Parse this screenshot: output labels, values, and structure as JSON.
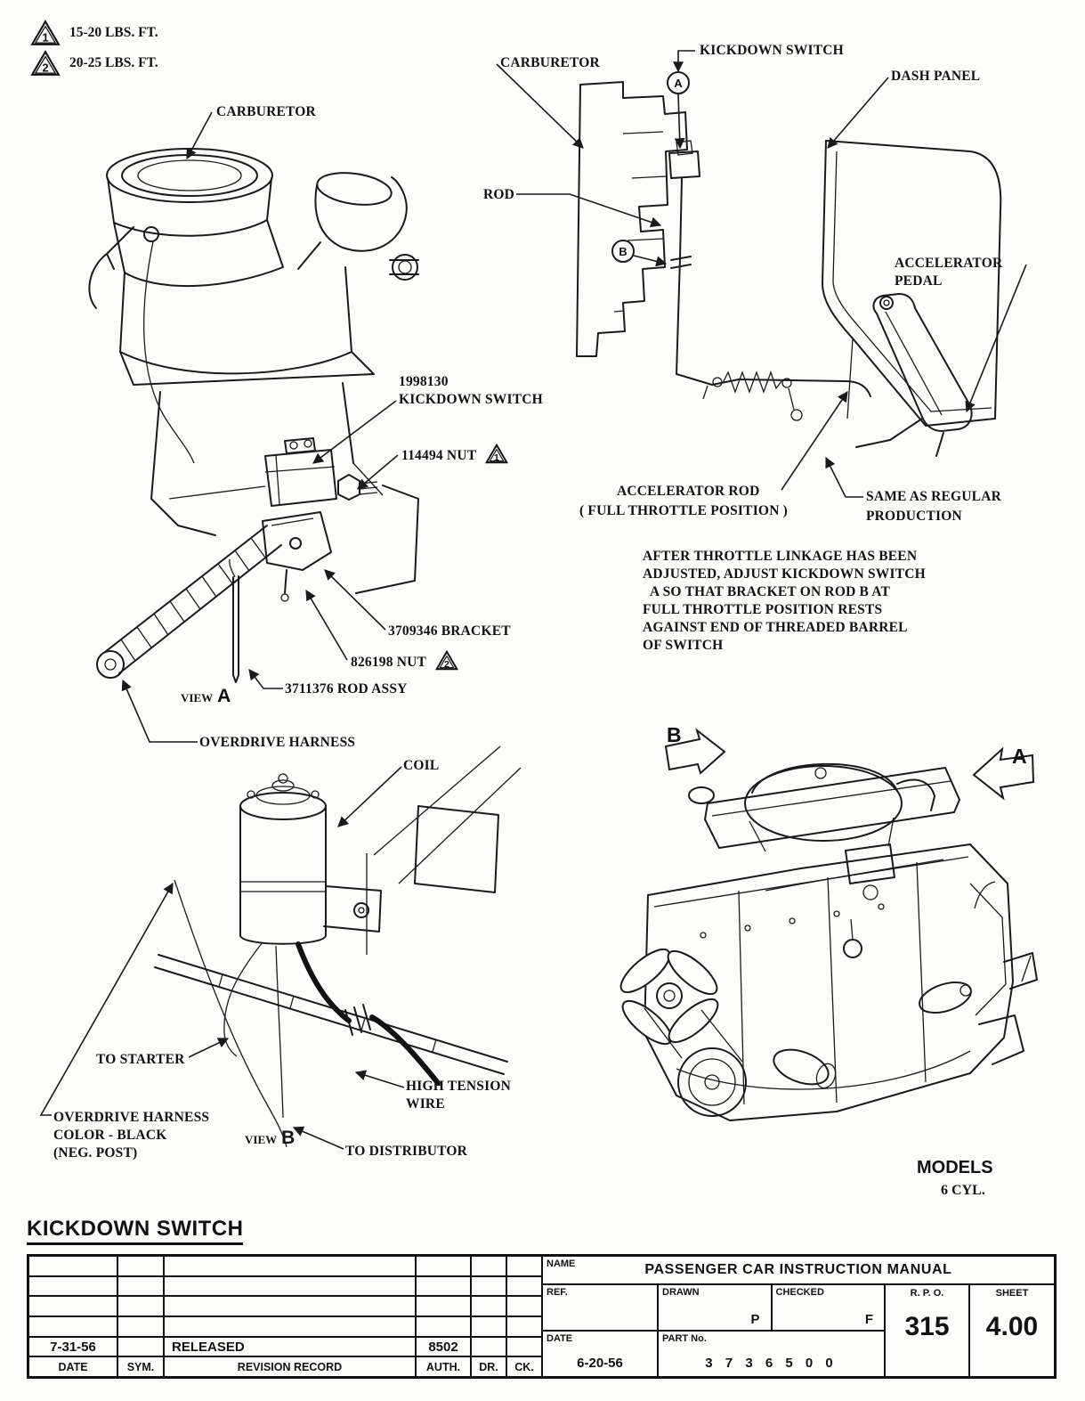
{
  "torque_notes": {
    "note1": {
      "symbol": "1",
      "text": "15-20 LBS. FT."
    },
    "note2": {
      "symbol": "2",
      "text": "20-25 LBS. FT."
    }
  },
  "view_a": {
    "carburetor": "CARBURETOR",
    "part_kickdown_number": "1998130",
    "part_kickdown_name": "KICKDOWN SWITCH",
    "part_nut1": "114494 NUT",
    "part_bracket": "3709346 BRACKET",
    "part_nut2": "826198 NUT",
    "part_rod": "3711376 ROD ASSY",
    "view_word": "VIEW",
    "view_letter": "A",
    "overdrive_harness": "OVERDRIVE HARNESS"
  },
  "linkage": {
    "carburetor": "CARBURETOR",
    "kickdown_switch": "KICKDOWN SWITCH",
    "dash_panel": "DASH PANEL",
    "rod": "ROD",
    "marker_a": "A",
    "marker_b": "B",
    "accelerator_pedal_1": "ACCELERATOR",
    "accelerator_pedal_2": "PEDAL",
    "accelerator_rod_1": "ACCELERATOR ROD",
    "accelerator_rod_2": "( FULL THROTTLE POSITION )",
    "same_as_1": "SAME AS REGULAR",
    "same_as_2": "PRODUCTION",
    "note": [
      "AFTER THROTTLE LINKAGE HAS BEEN",
      "ADJUSTED, ADJUST KICKDOWN SWITCH",
      "A SO THAT BRACKET ON ROD B AT",
      "FULL THROTTLE POSITION RESTS",
      "AGAINST END OF THREADED BARREL",
      "OF SWITCH"
    ]
  },
  "view_b": {
    "coil": "COIL",
    "to_starter": "TO STARTER",
    "high_tension_1": "HIGH TENSION",
    "high_tension_2": "WIRE",
    "overdrive_1": "OVERDRIVE HARNESS",
    "overdrive_2": "COLOR - BLACK",
    "overdrive_3": "(NEG. POST)",
    "view_word": "VIEW",
    "view_letter": "B",
    "to_distributor": "TO DISTRIBUTOR"
  },
  "engine": {
    "marker_a": "A",
    "marker_b": "B",
    "models": "MODELS",
    "cylinders": "6 CYL."
  },
  "footer": {
    "heading": "KICKDOWN SWITCH",
    "revision_row": {
      "date": "7-31-56",
      "record": "RELEASED",
      "auth": "8502"
    },
    "revision_headers": {
      "date": "DATE",
      "sym": "SYM.",
      "record": "REVISION RECORD",
      "auth": "AUTH.",
      "dr": "DR.",
      "ck": "CK."
    },
    "title_block": {
      "name_label": "NAME",
      "manual_title": "PASSENGER CAR INSTRUCTION MANUAL",
      "ref_label": "REF.",
      "drawn_label": "DRAWN",
      "drawn_value": "P",
      "checked_label": "CHECKED",
      "checked_value": "F",
      "rpo_label": "R. P. O.",
      "rpo_value": "315",
      "sheet_label": "SHEET",
      "sheet_value": "4.00",
      "date_label": "DATE",
      "date_value": "6-20-56",
      "part_label": "PART No.",
      "part_value": "3 7 3 6 5 0 0"
    }
  }
}
